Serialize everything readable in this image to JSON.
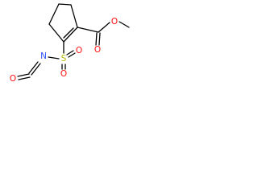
{
  "molecule": {
    "atoms": {
      "ester_o_methyl": {
        "symbol": "O",
        "color": "#ff0d0d"
      },
      "ester_o_carbonyl": {
        "symbol": "O",
        "color": "#ff0d0d"
      },
      "sulfur": {
        "symbol": "S",
        "color": "#b8b800"
      },
      "sulfonyl_o_upper": {
        "symbol": "O",
        "color": "#ff0d0d"
      },
      "sulfonyl_o_lower": {
        "symbol": "O",
        "color": "#ff0d0d"
      },
      "nitrogen": {
        "symbol": "N",
        "color": "#3050f8"
      },
      "isocyanate_o": {
        "symbol": "O",
        "color": "#ff0d0d"
      }
    },
    "bond_color": "#000000"
  }
}
